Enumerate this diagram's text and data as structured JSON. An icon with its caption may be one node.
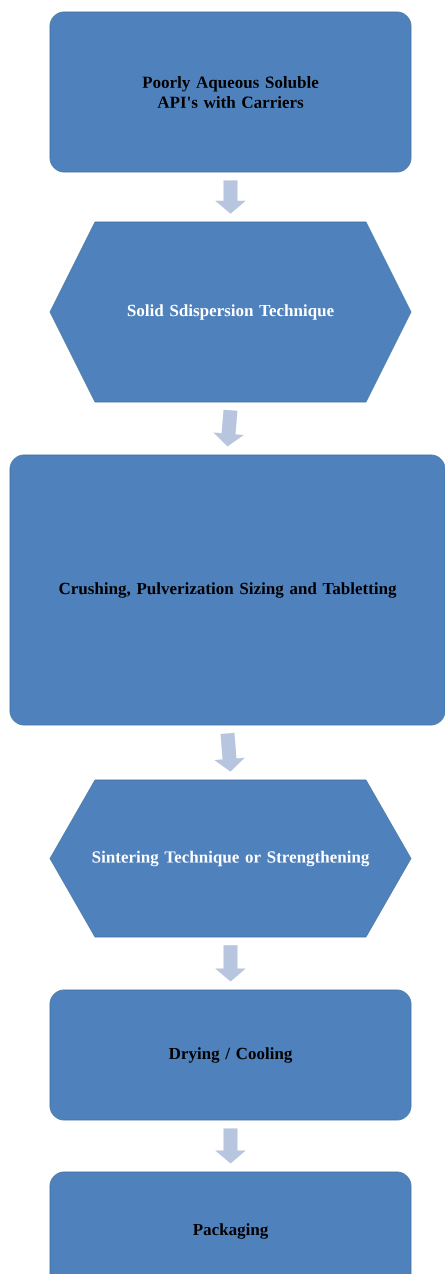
{
  "diagram": {
    "nodes": [
      {
        "text": [
          "Poorly Aqueous Soluble API's with Carriers"
        ]
      },
      {
        "text": [
          "Solid Sdispersion Technique"
        ]
      },
      {
        "text": [
          "Crushing, Pulverization Sizing and Tabletting"
        ]
      },
      {
        "text": [
          "Sintering Technique or Strengthening"
        ]
      },
      {
        "text": [
          "Drying / Cooling"
        ]
      },
      {
        "text": [
          "Packaging"
        ]
      }
    ],
    "edges": [
      {
        "from": 0,
        "to": 1,
        "arrow": "to"
      },
      {
        "from": 1,
        "to": 2,
        "arrow": "to"
      },
      {
        "from": 2,
        "to": 3,
        "arrow": "to"
      },
      {
        "from": 3,
        "to": 4,
        "arrow": "to"
      },
      {
        "from": 4,
        "to": 5,
        "arrow": "to"
      }
    ]
  }
}
